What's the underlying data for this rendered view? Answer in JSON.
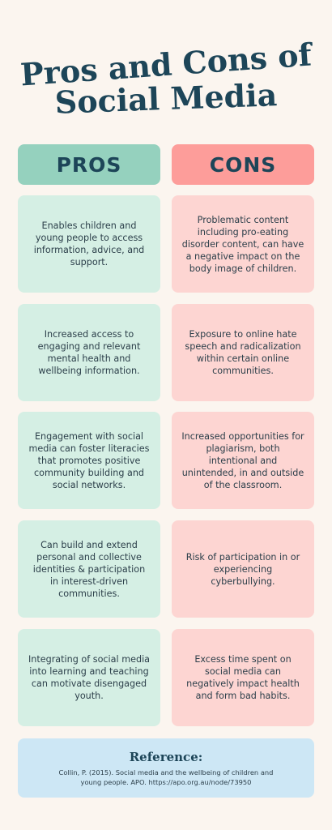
{
  "title": {
    "line1": "Pros and Cons of",
    "line2": "Social Media"
  },
  "headers": {
    "pros": "PROS",
    "cons": "CONS"
  },
  "rows": [
    {
      "pro": "Enables children and young people to access information, advice, and support.",
      "con": "Problematic content including pro-eating disorder content, can have a negative impact on the body image of children."
    },
    {
      "pro": "Increased access to engaging and relevant mental health and wellbeing information.",
      "con": "Exposure to online hate speech and radicalization within certain online communities."
    },
    {
      "pro": "Engagement with social media can foster literacies that promotes positive community building and social networks.",
      "con": "Increased opportunities for plagiarism, both intentional and unintended, in and outside of the classroom."
    },
    {
      "pro": "Can build and extend personal and collective identities & participation in interest-driven communities.",
      "con": "Risk of participation in or experiencing cyberbullying."
    },
    {
      "pro": "Integrating of social media into learning and teaching can motivate disengaged youth.",
      "con": "Excess time spent on social media can negatively impact health and form bad habits."
    }
  ],
  "reference": {
    "title": "Reference:",
    "text": "Collin, P. (2015). Social media and the wellbeing of children and young people. APO. https://apo.org.au/node/73950"
  },
  "colors": {
    "background": "#fbf5ef",
    "title": "#1d4558",
    "pros_header": "#95d1be",
    "cons_header": "#fd9d9a",
    "pros_card": "#d5efe4",
    "cons_card": "#fdd5d2",
    "reference_box": "#cde7f5"
  }
}
